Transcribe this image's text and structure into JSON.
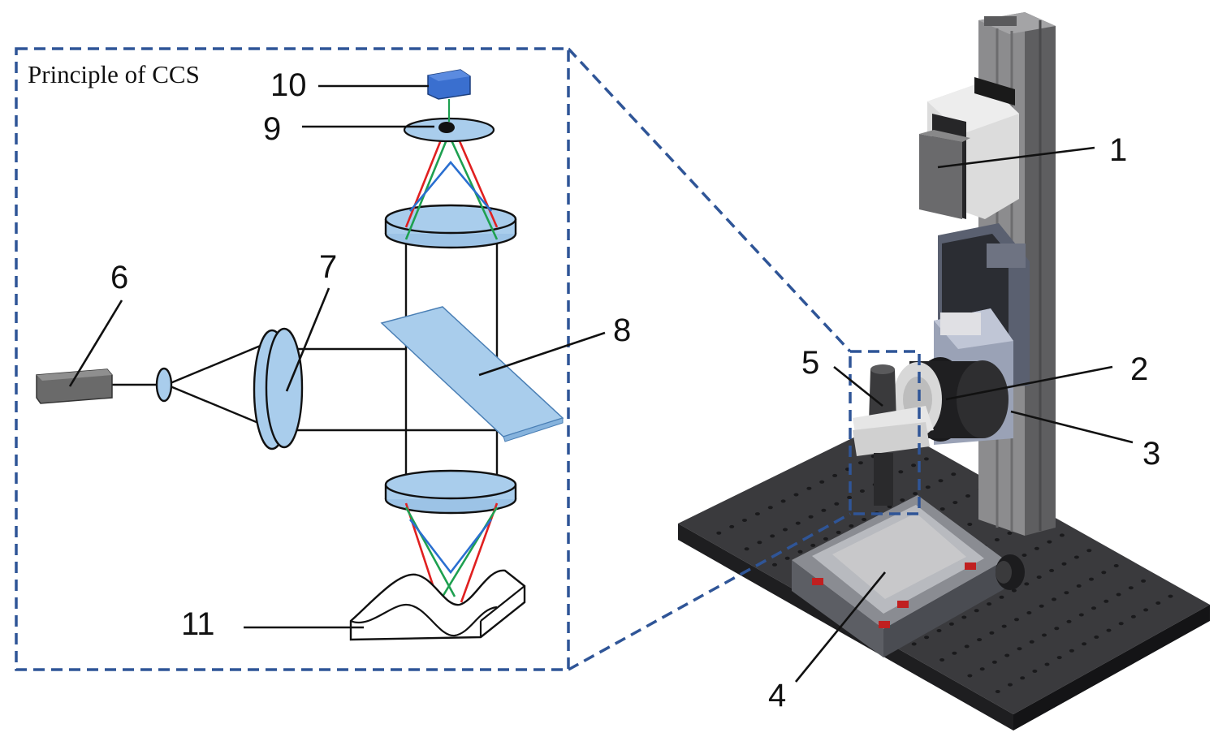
{
  "inset": {
    "title": "Principle of CCS",
    "frame_color": "#2f5597"
  },
  "callouts": {
    "n1": "1",
    "n2": "2",
    "n3": "3",
    "n4": "4",
    "n5": "5",
    "n6": "6",
    "n7": "7",
    "n8": "8",
    "n9": "9",
    "n10": "10",
    "n11": "11"
  },
  "colors": {
    "lens_fill": "#a9cdec",
    "detector": "#3a6fcf",
    "ray_red": "#e02020",
    "ray_green": "#1ea050",
    "ray_blue": "#2a6fd0",
    "breadboard": "#2d2d30",
    "column": "#7a7a7c"
  },
  "icons": [
    "light-source-icon",
    "pinhole-icon",
    "collimator-lens-icon",
    "beam-splitter-icon",
    "objective-lens-icon",
    "pinhole-plate-icon",
    "detector-icon",
    "sample-surface-icon",
    "camera-icon",
    "lens-mount-icon",
    "translation-stage-icon",
    "sensor-probe-icon",
    "breadboard-icon",
    "column-icon"
  ]
}
